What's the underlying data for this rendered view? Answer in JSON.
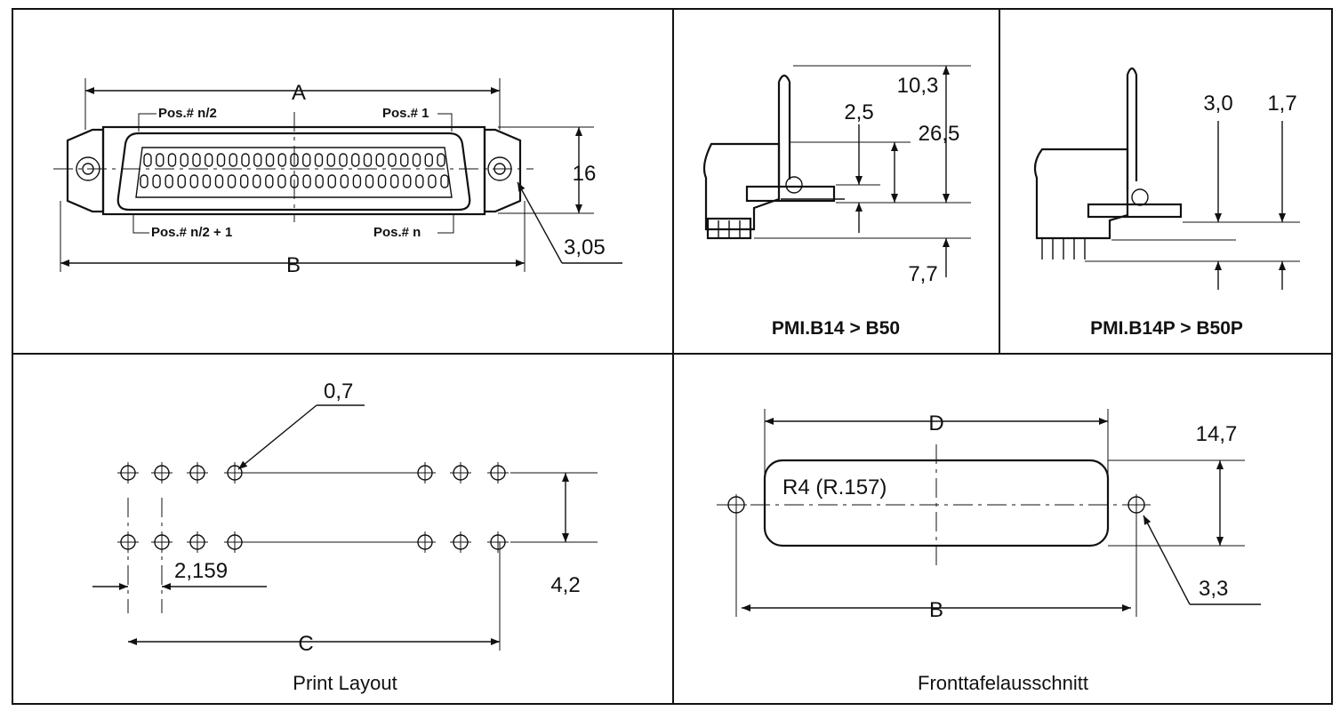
{
  "panel_connector": {
    "dim_a": "A",
    "dim_b": "B",
    "height": "16",
    "hole_dia": "3,05",
    "pos_top_left": "Pos.# n/2",
    "pos_top_right": "Pos.# 1",
    "pos_bottom_left": "Pos.# n/2 + 1",
    "pos_bottom_right": "Pos.# n"
  },
  "panel_side_b14": {
    "dim_10_3": "10,3",
    "dim_2_5": "2,5",
    "dim_26_5": "26,5",
    "dim_7_7": "7,7",
    "caption": "PMI.B14 > B50"
  },
  "panel_side_b14p": {
    "dim_3_0": "3,0",
    "dim_1_7": "1,7",
    "caption": "PMI.B14P > B50P"
  },
  "panel_print": {
    "hole_dia": "0,7",
    "pitch": "2,159",
    "row_spacing": "4,2",
    "dim_c": "C",
    "caption": "Print Layout"
  },
  "panel_cutout": {
    "dim_d": "D",
    "radius": "R4 (R.157)",
    "height": "14,7",
    "hole_dia": "3,3",
    "dim_b": "B",
    "caption": "Fronttafelausschnitt"
  }
}
